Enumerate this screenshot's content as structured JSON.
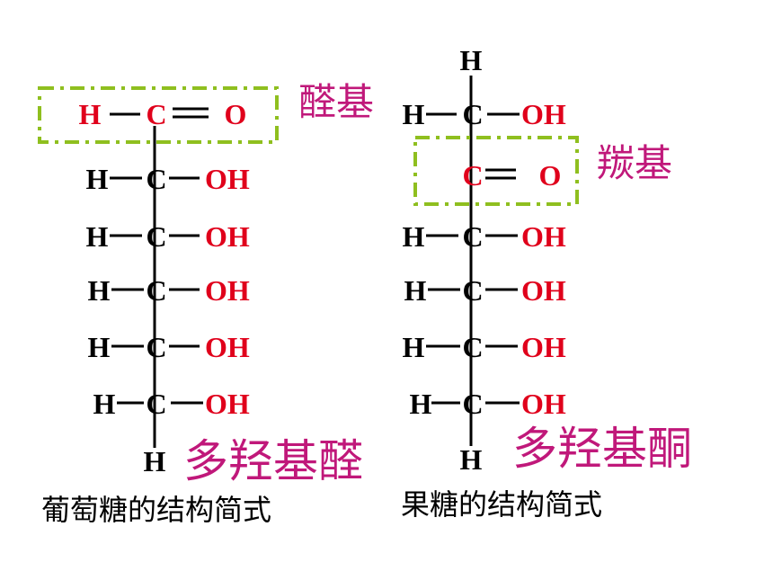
{
  "colors": {
    "atom_black": "#000000",
    "atom_red": "#e0001b",
    "label_magenta": "#c0187a",
    "box_green": "#8fbf1f",
    "caption": "#000000"
  },
  "symbols": {
    "H": "H",
    "C": "C",
    "O": "O",
    "OH": "OH"
  },
  "glucose": {
    "top": {
      "h": "H",
      "c": "C",
      "o": "O"
    },
    "rows": [
      {
        "h": "H",
        "c": "C",
        "oh": "OH"
      },
      {
        "h": "H",
        "c": "C",
        "oh": "OH"
      },
      {
        "h": "H",
        "c": "C",
        "oh": "OH"
      },
      {
        "h": "H",
        "c": "C",
        "oh": "OH"
      },
      {
        "h": "H",
        "c": "C",
        "oh": "OH"
      }
    ],
    "bottom_h": "H",
    "group_label": "醛基",
    "class_label": "多羟基醛",
    "caption": "葡萄糖的结构简式"
  },
  "fructose": {
    "top_h": "H",
    "first": {
      "h": "H",
      "c": "C",
      "oh": "OH"
    },
    "carbonyl": {
      "c": "C",
      "o": "O"
    },
    "rows": [
      {
        "h": "H",
        "c": "C",
        "oh": "OH"
      },
      {
        "h": "H",
        "c": "C",
        "oh": "OH"
      },
      {
        "h": "H",
        "c": "C",
        "oh": "OH"
      },
      {
        "h": "H",
        "c": "C",
        "oh": "OH"
      }
    ],
    "bottom_h": "H",
    "group_label": "羰基",
    "class_label": "多羟基酮",
    "caption": "果糖的结构简式"
  }
}
